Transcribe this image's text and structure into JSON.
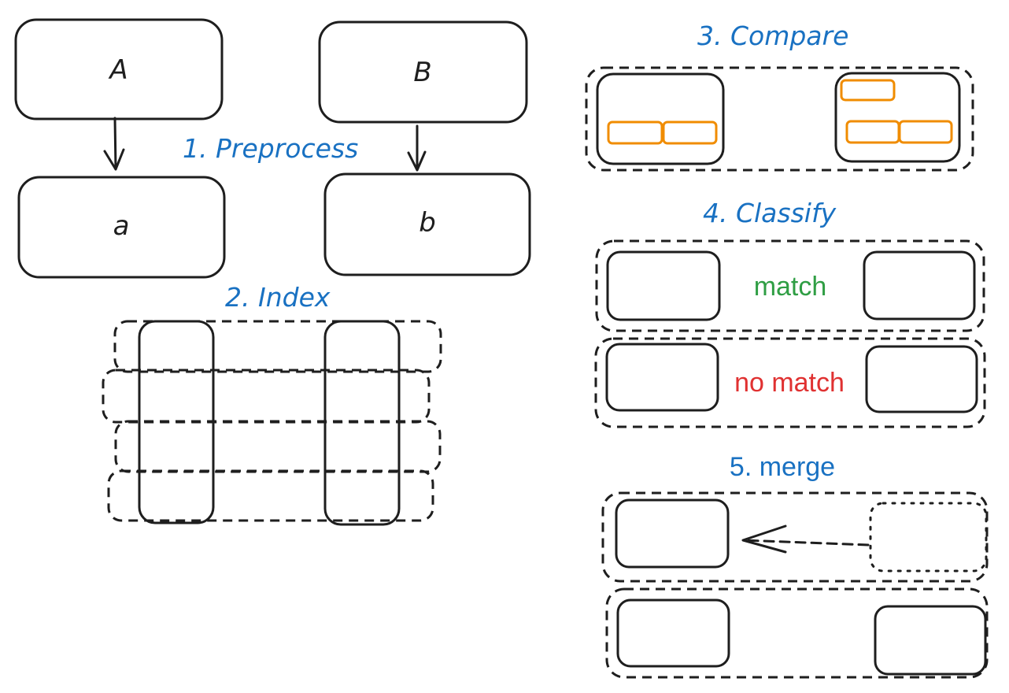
{
  "nodes": {
    "a_upper": "A",
    "b_upper": "B",
    "a_lower": "a",
    "b_lower": "b"
  },
  "steps": {
    "preprocess": "1. Preprocess",
    "index": "2. Index",
    "compare": "3. Compare",
    "classify": "4. Classify",
    "merge": "5. merge"
  },
  "labels": {
    "match": "match",
    "no_match": "no match"
  },
  "colors": {
    "stroke": "#1e1e1e",
    "step_title": "#1971c2",
    "match": "#2f9e44",
    "no_match": "#e03131",
    "field_block": "#f08c00"
  }
}
